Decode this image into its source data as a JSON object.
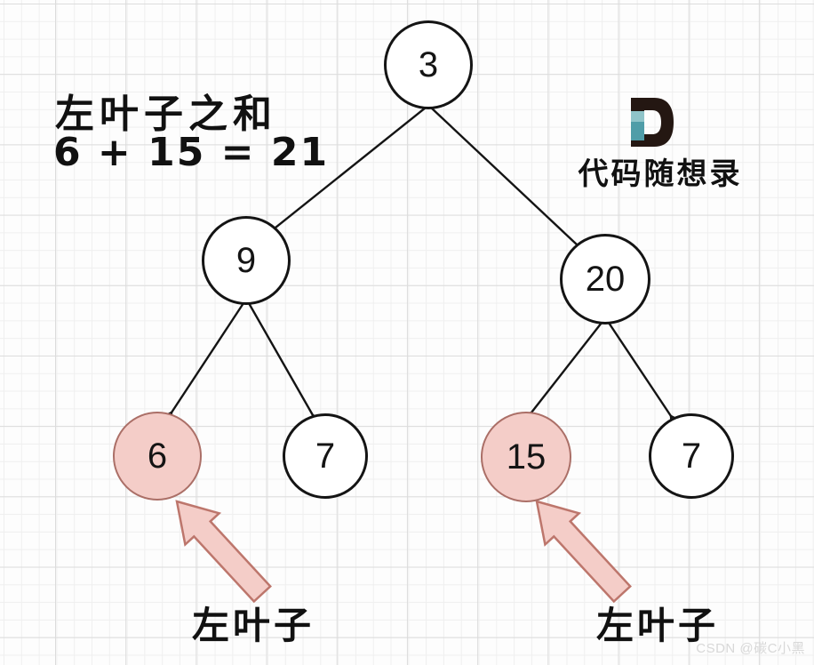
{
  "annotation": {
    "title_line1": "左叶子之和",
    "title_line2": "6 + 15 = 21"
  },
  "logo": {
    "text": "代码随想录"
  },
  "tree": {
    "description": "binary tree",
    "nodes": [
      {
        "id": "root",
        "value": "3",
        "highlighted": false
      },
      {
        "id": "left",
        "value": "9",
        "highlighted": false
      },
      {
        "id": "right",
        "value": "20",
        "highlighted": false
      },
      {
        "id": "left-left",
        "value": "6",
        "highlighted": true
      },
      {
        "id": "left-right",
        "value": "7",
        "highlighted": false
      },
      {
        "id": "right-left",
        "value": "15",
        "highlighted": true
      },
      {
        "id": "right-right",
        "value": "7",
        "highlighted": false
      }
    ]
  },
  "labels": {
    "left_leaf_1": "左叶子",
    "left_leaf_2": "左叶子"
  },
  "watermark": "CSDN @碳C小黑",
  "colors": {
    "edge": "#141414",
    "highlight_fill": "#f4cdc8",
    "highlight_stroke": "#ab6f67",
    "arrow_fill": "#f4cdc8",
    "arrow_stroke": "#bd766c",
    "logo_dark": "#241712",
    "logo_teal_light": "#8fc4c9",
    "logo_teal_dark": "#4f9da8"
  }
}
